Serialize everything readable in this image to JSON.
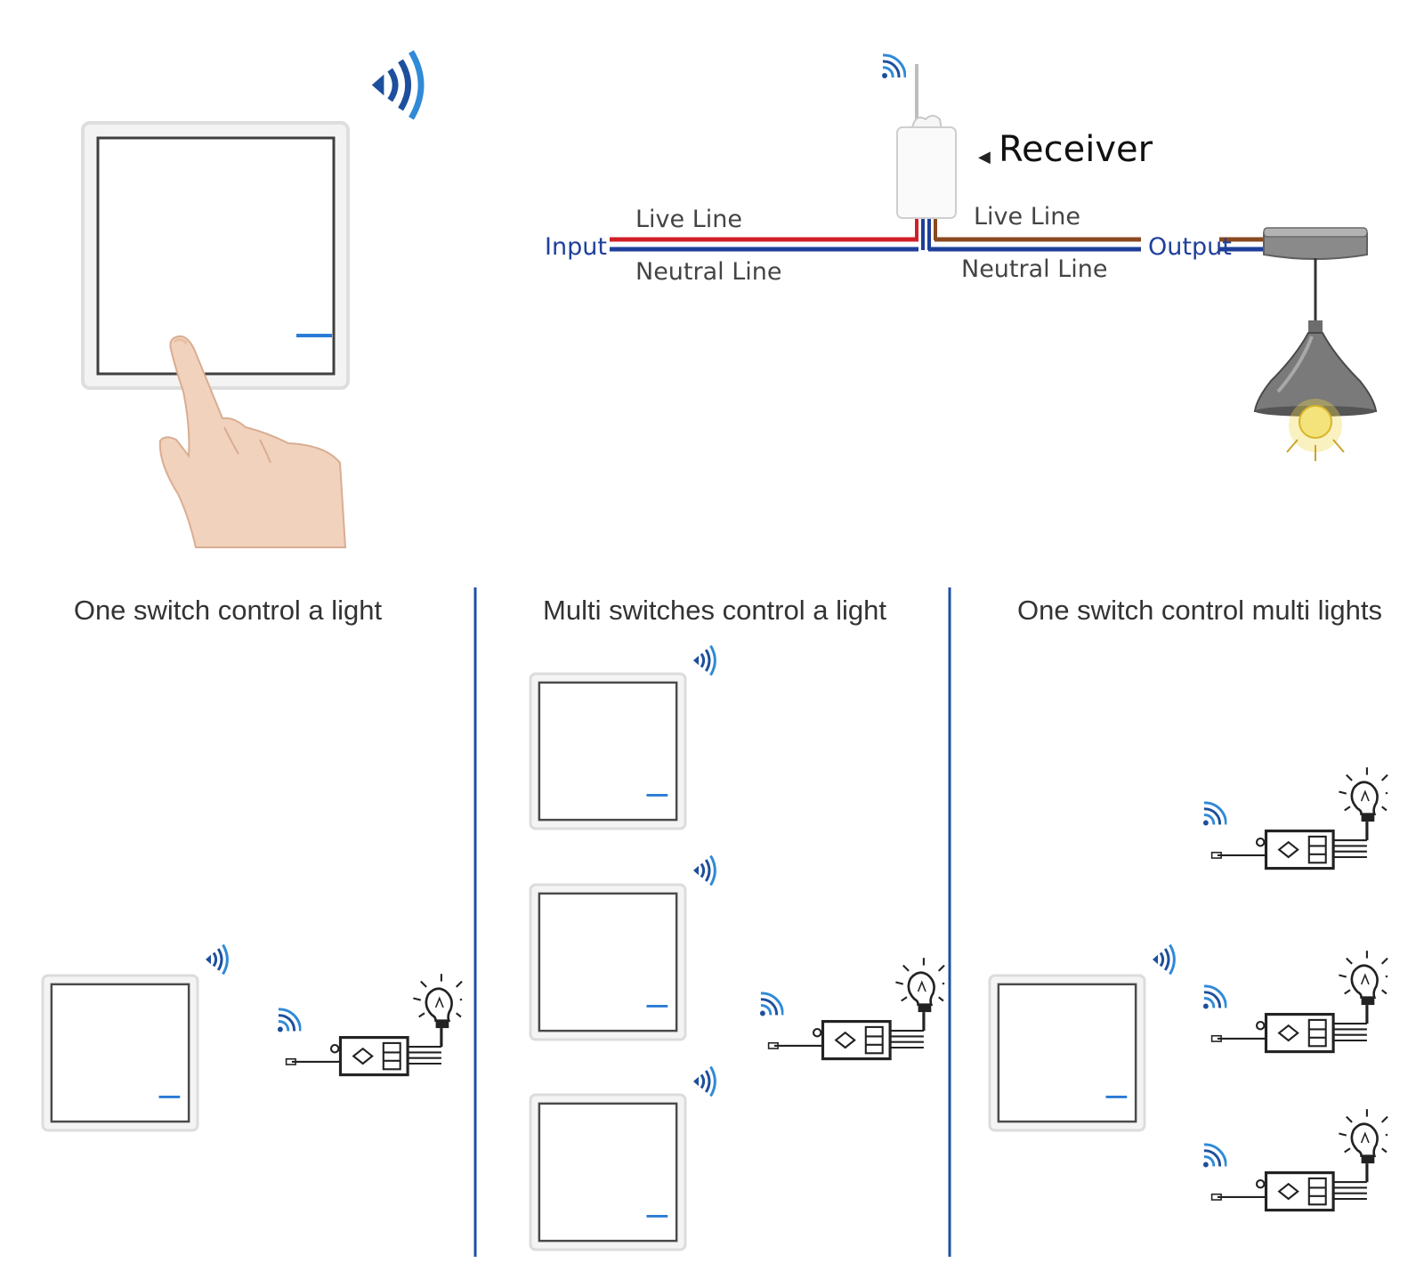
{
  "wiring": {
    "receiver_label": "Receiver",
    "input_label": "Input",
    "output_label": "Output",
    "live_in": "Live Line",
    "neutral_in": "Neutral Line",
    "live_out": "Live Line",
    "neutral_out": "Neutral Line"
  },
  "scenarios": {
    "one_switch_one_light": {
      "title": "One switch control a light"
    },
    "multi_switch_one_light": {
      "title": "Multi switches control a light"
    },
    "one_switch_multi_light": {
      "title": "One switch control multi lights"
    }
  },
  "colors": {
    "live_wire": "#d11f2a",
    "neutral_wire": "#1f3f9a",
    "output_live_wire": "#8a4a1f",
    "accent_blue": "#1d5fb8",
    "divider": "#1f4fa8",
    "bulb_glow": "#f2d64b"
  }
}
